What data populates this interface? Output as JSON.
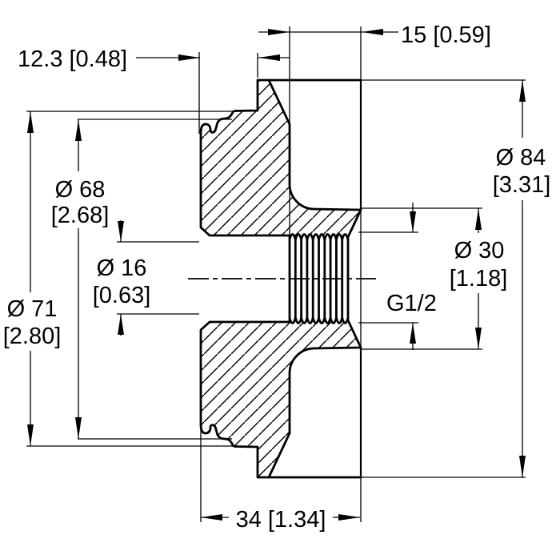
{
  "drawing": {
    "background": "#ffffff",
    "line_color": "#000000",
    "labels": {
      "top_left": {
        "text": "12.3 [0.48]"
      },
      "top_right": {
        "text": "15 [0.59]"
      },
      "right_outer": {
        "metric": "Ø 84",
        "imperial": "[3.31]"
      },
      "left_upper": {
        "metric": "Ø 68",
        "imperial": "[2.68]"
      },
      "left_middle": {
        "metric": "Ø 16",
        "imperial": "[0.63]"
      },
      "left_lower": {
        "metric": "Ø 71",
        "imperial": "[2.80]"
      },
      "right_middle": {
        "metric": "Ø 30",
        "imperial": "[1.18]"
      },
      "thread": {
        "text": "G1/2"
      },
      "bottom": {
        "text": "34 [1.34]"
      }
    }
  }
}
